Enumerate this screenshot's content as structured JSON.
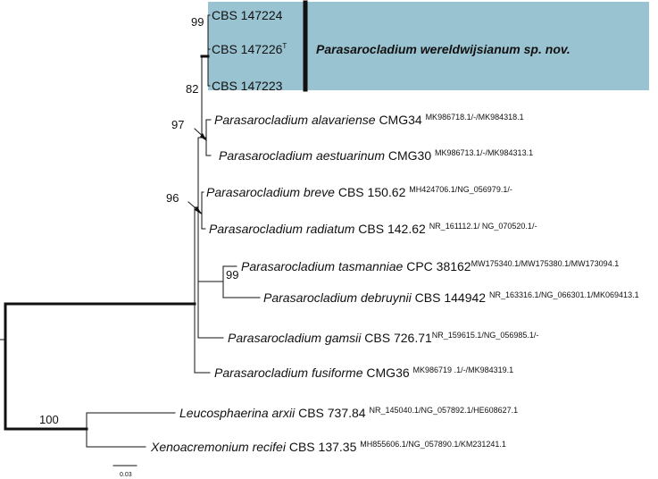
{
  "highlight_color": "#9ac3d1",
  "clade": {
    "name": "Parasarocladium wereldwijsianum sp. nov.",
    "taxa": [
      {
        "strain": "CBS 147224",
        "sup": ""
      },
      {
        "strain": "CBS 147226",
        "sup": "T"
      },
      {
        "strain": "CBS 147223",
        "sup": ""
      }
    ]
  },
  "taxa": [
    {
      "species": "Parasarocladium alavariense",
      "strain": "CMG34",
      "accessions": "MK986718.1/-/MK984318.1"
    },
    {
      "species": "Parasarocladium aestuarinum",
      "strain": "CMG30",
      "accessions": "MK986713.1/-/MK984313.1"
    },
    {
      "species": "Parasarocladium breve",
      "strain": "CBS 150.62",
      "accessions": "MH424706.1/NG_056979.1/-"
    },
    {
      "species": "Parasarocladium radiatum",
      "strain": "CBS 142.62",
      "accessions": "NR_161112.1/ NG_070520.1/-"
    },
    {
      "species": "Parasarocladium tasmanniae",
      "strain": "CPC 38162",
      "accessions": "MW175340.1/MW175380.1/MW173094.1"
    },
    {
      "species": "Parasarocladium debruynii",
      "strain": "CBS 144942",
      "accessions": "NR_163316.1/NG_066301.1/MK069413.1"
    },
    {
      "species": "Parasarocladium gamsii",
      "strain": "CBS 726.71",
      "accessions": "NR_159615.1/NG_056985.1/-"
    },
    {
      "species": "Parasarocladium fusiforme",
      "strain": "CMG36",
      "accessions": "MK986719 .1/-/MK984319.1"
    },
    {
      "species": "Leucosphaerina arxii",
      "strain": "CBS 737.84",
      "accessions": "NR_145040.1/NG_057892.1/HE608627.1"
    },
    {
      "species": "Xenoacremonium recifei",
      "strain": "CBS 137.35",
      "accessions": "MH855606.1/NG_057890.1/KM231241.1"
    }
  ],
  "bootstrap": {
    "clade_99": "99",
    "node_82": "82",
    "node_97": "97",
    "node_96": "96",
    "tas_deb_99": "99",
    "outgroup_100": "100"
  },
  "scale": {
    "label": "0.03"
  }
}
